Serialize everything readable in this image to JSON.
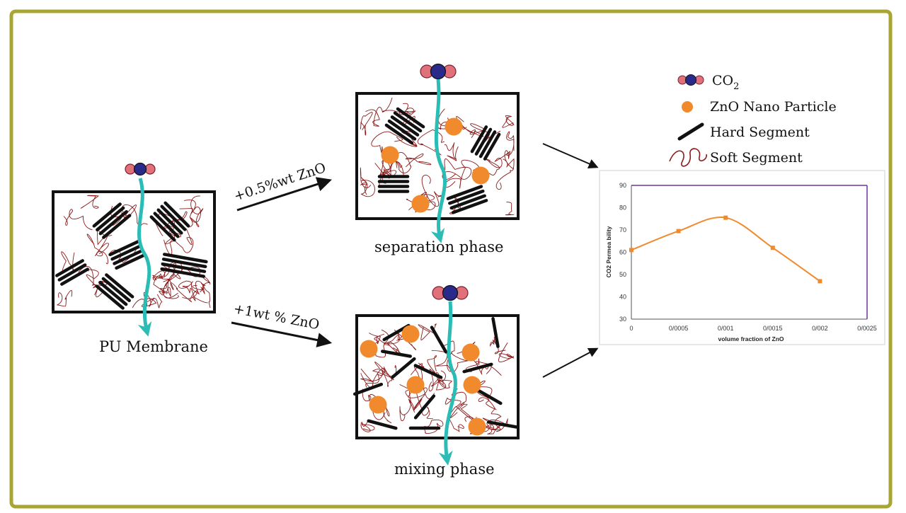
{
  "labels": {
    "membrane": "PU Membrane",
    "arrow_top": "+0.5%wt ZnO",
    "arrow_bottom": "+1wt % ZnO",
    "phase_top": "separation phase",
    "phase_bottom": "mixing phase"
  },
  "legend": {
    "co2_main": "CO",
    "co2_sub": "2",
    "zno": "ZnO Nano Particle",
    "hard": "Hard Segment",
    "soft": "Soft Segment"
  },
  "colors": {
    "frame": "#a8a632",
    "flow_arrow": "#2bbcb5",
    "soft_segment": "#8b1a1a",
    "particle": "#f08a2c",
    "chart_line": "#f08a2c",
    "chart_top_border": "#7030a0",
    "co2_carbon": "#2a2a8a",
    "co2_oxygen": "#e0707a"
  },
  "chart_data": {
    "type": "line",
    "ylabel": "CO2 Permea bility",
    "xlabel": "volume fraction of ZnO",
    "x_ticks": [
      "0",
      "0/0005",
      "0/001",
      "0/0015",
      "0/002",
      "0/0025"
    ],
    "y_ticks": [
      "30",
      "40",
      "50",
      "60",
      "70",
      "80",
      "90"
    ],
    "xlim": [
      0,
      0.0025
    ],
    "ylim": [
      30,
      90
    ],
    "x": [
      0,
      0.0005,
      0.001,
      0.0015,
      0.002
    ],
    "y": [
      61,
      69.5,
      75.5,
      62,
      47
    ]
  }
}
